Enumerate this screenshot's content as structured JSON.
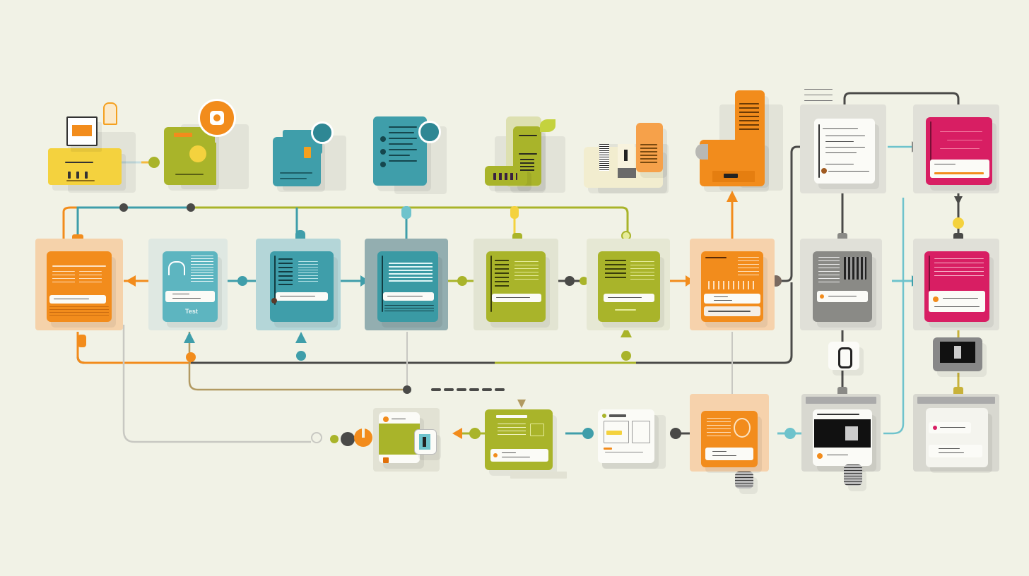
{
  "diagram": {
    "title": "",
    "style": "abstract process-flow illustration",
    "colors": {
      "background": "#f1f2e6",
      "orange": "#f28c1c",
      "orange_light": "#f5c89a",
      "yellow": "#f4d23e",
      "olive": "#a9b42a",
      "teal": "#3f9eaa",
      "teal_light": "#6ec3cc",
      "teal_dark": "#2e8794",
      "gray": "#8a8a86",
      "magenta": "#d81e63",
      "dark": "#4a4a48",
      "white": "#fbfbf7"
    },
    "rows": [
      {
        "name": "top-row",
        "nodes": [
          {
            "id": "t1",
            "color": "yellow",
            "icon": "monitor-icon"
          },
          {
            "id": "t2",
            "color": "olive",
            "icon": "camera-icon"
          },
          {
            "id": "t3",
            "color": "teal",
            "icon": "badge-icon"
          },
          {
            "id": "t4",
            "color": "teal",
            "icon": "document-icon"
          },
          {
            "id": "t5",
            "color": "olive",
            "icon": "leaf-icon"
          },
          {
            "id": "t6",
            "color": "cream",
            "icon": "barcode-icon"
          },
          {
            "id": "t7",
            "color": "orange",
            "icon": "drawer-icon"
          },
          {
            "id": "t8",
            "color": "white",
            "icon": "document-icon"
          },
          {
            "id": "t9",
            "color": "magenta",
            "icon": "document-icon"
          }
        ]
      },
      {
        "name": "middle-row",
        "nodes": [
          {
            "id": "m1",
            "color": "orange",
            "label": ""
          },
          {
            "id": "m2",
            "color": "teal_light",
            "label": "Test"
          },
          {
            "id": "m3",
            "color": "teal",
            "label": ""
          },
          {
            "id": "m4",
            "color": "teal_dark",
            "label": ""
          },
          {
            "id": "m5",
            "color": "olive",
            "label": ""
          },
          {
            "id": "m6",
            "color": "olive",
            "label": ""
          },
          {
            "id": "m7",
            "color": "orange",
            "label": ""
          },
          {
            "id": "m8",
            "color": "gray",
            "label": ""
          },
          {
            "id": "m9",
            "color": "magenta",
            "label": ""
          }
        ]
      },
      {
        "name": "bottom-row",
        "nodes": [
          {
            "id": "b1",
            "color": "olive"
          },
          {
            "id": "b2",
            "color": "olive"
          },
          {
            "id": "b3",
            "color": "white"
          },
          {
            "id": "b4",
            "color": "orange"
          },
          {
            "id": "b5",
            "color": "gray"
          },
          {
            "id": "b6",
            "color": "gray"
          }
        ]
      }
    ]
  }
}
